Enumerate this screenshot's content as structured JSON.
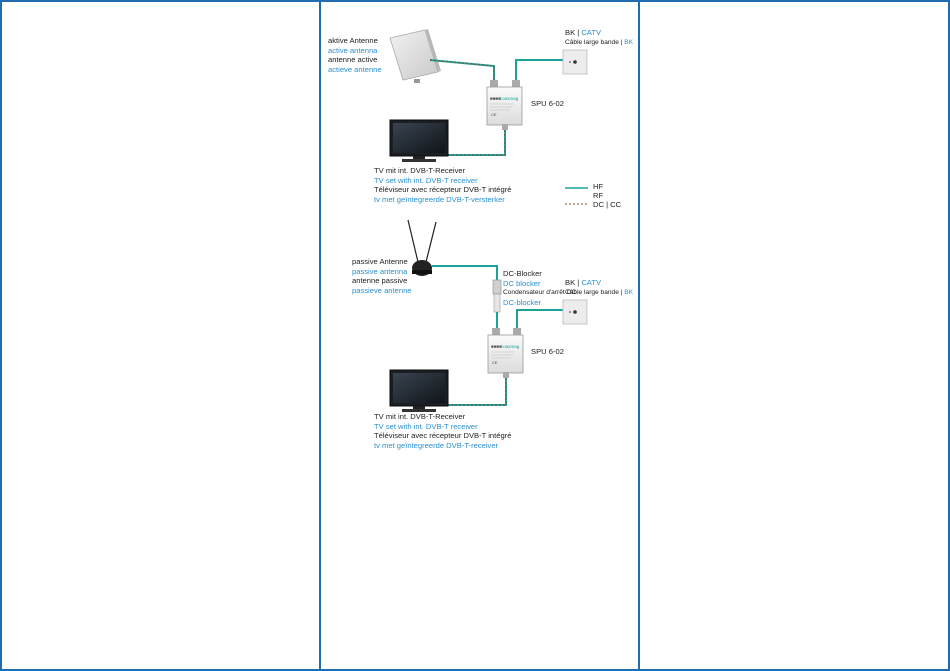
{
  "colors": {
    "frame": "#1f6db0",
    "rf_line": "#1aa39a",
    "dc_line": "#8a4a2a",
    "blue_text": "#2b8fd0",
    "red_text": "#c0392b"
  },
  "top": {
    "antenna_label": [
      "aktive Antenne",
      "active antenna",
      "antenne active",
      "actieve antenne"
    ],
    "outlet_label_1": "BK | ",
    "outlet_label_1b": "CATV",
    "outlet_label_2": "Câble large bande | ",
    "outlet_label_2b": "BK",
    "spu_label": "SPU 6-02",
    "tv_label": [
      "TV mit int. DVB-T-Receiver",
      "TV set with int. DVB-T receiver",
      "Téléviseur avec récepteur DVB-T intégré",
      "tv met geïntegreerde DVB-T-versterker"
    ]
  },
  "legend": {
    "hf": "HF",
    "rf": "RF",
    "dc": "DC | CC"
  },
  "bottom": {
    "antenna_label": [
      "passive Antenne",
      "passive antenna",
      "antenne passive",
      "passieve antenne"
    ],
    "dc_blocker_label": [
      "DC-Blocker",
      "DC blocker",
      "Condensateur d'arrêt DC",
      "DC-blocker"
    ],
    "outlet_label_1": "BK | ",
    "outlet_label_1b": "CATV",
    "outlet_label_2": "Câble large bande | ",
    "outlet_label_2b": "BK",
    "spu_label": "SPU 6-02",
    "tv_label": [
      "TV mit int. DVB-T-Receiver",
      "TV set with int. DVB-T receiver",
      "Téléviseur avec récepteur DVB-T intégré",
      "tv met geïntegreerde DVB-T-receiver"
    ]
  },
  "device": {
    "brand": "coaxmag"
  }
}
